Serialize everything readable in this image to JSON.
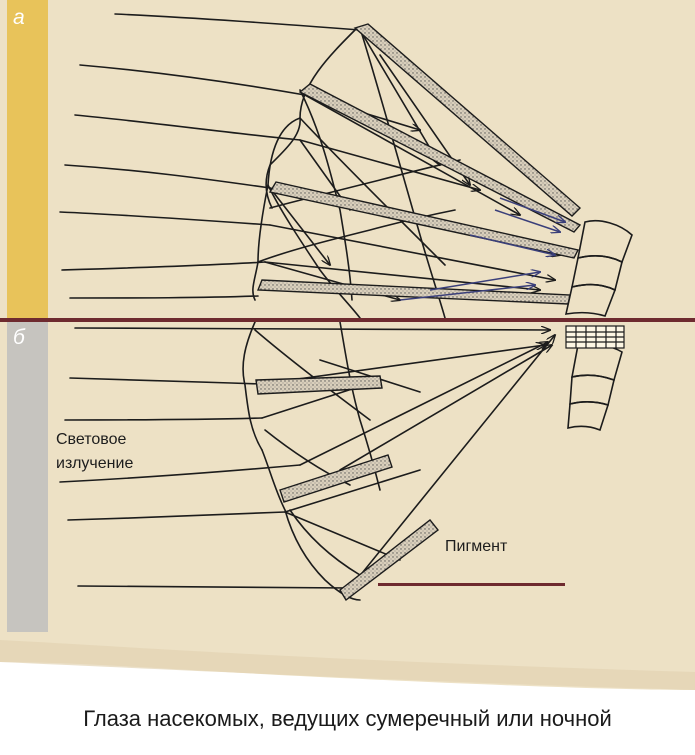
{
  "panels": {
    "a_label": "а",
    "b_label": "б"
  },
  "labels": {
    "light_line1": "Световое",
    "light_line2": "излучение",
    "pigment": "Пигмент"
  },
  "caption": "Глаза насекомых, ведущих сумеречный или ночной",
  "colors": {
    "panel_a_bar": "#e8c35a",
    "panel_b_bar": "#c6c4bf",
    "divider": "#6e2a2f",
    "paper": "#ede1c5",
    "ink": "#1c1c1c",
    "blue_ink": "#3a3f7a"
  }
}
